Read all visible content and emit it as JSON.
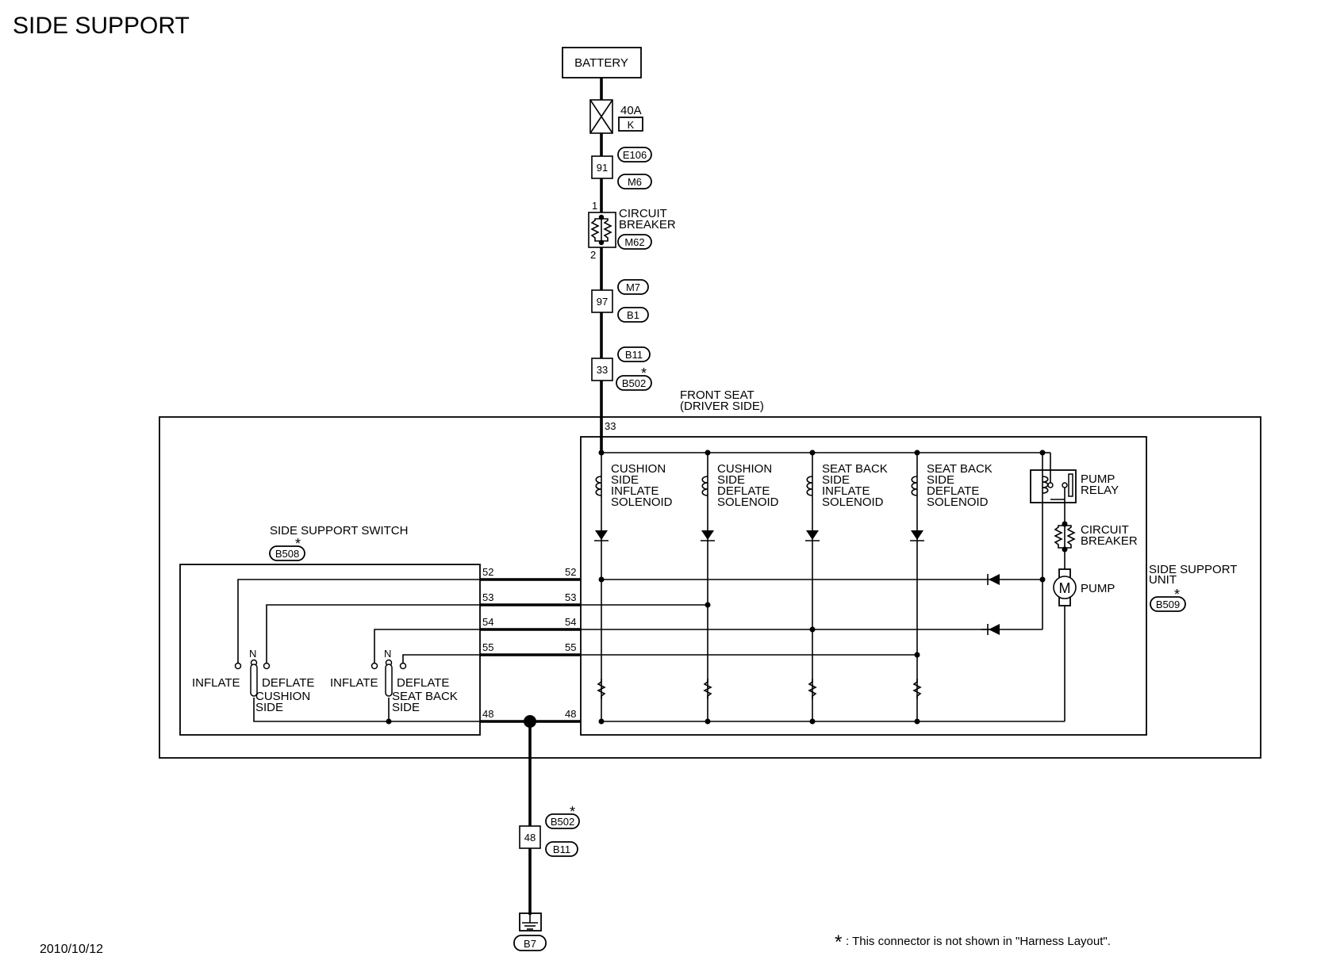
{
  "title": "SIDE SUPPORT",
  "date": "2010/10/12",
  "footnote": {
    "star": "*",
    "text": ": This connector is not shown in \"Harness Layout\"."
  },
  "components": {
    "battery": "BATTERY",
    "fuse_rating": "40A",
    "fuse_id": "K",
    "circuit_breaker_main": [
      "CIRCUIT",
      "BREAKER"
    ],
    "front_seat": [
      "FRONT SEAT",
      "(DRIVER SIDE)"
    ],
    "side_support_switch": "SIDE SUPPORT SWITCH",
    "side_support_unit": [
      "SIDE SUPPORT",
      "UNIT"
    ],
    "solenoids": [
      [
        "CUSHION",
        "SIDE",
        "INFLATE",
        "SOLENOID"
      ],
      [
        "CUSHION",
        "SIDE",
        "DEFLATE",
        "SOLENOID"
      ],
      [
        "SEAT BACK",
        "SIDE",
        "INFLATE",
        "SOLENOID"
      ],
      [
        "SEAT BACK",
        "SIDE",
        "DEFLATE",
        "SOLENOID"
      ]
    ],
    "pump_relay": [
      "PUMP",
      "RELAY"
    ],
    "circuit_breaker_unit": [
      "CIRCUIT",
      "BREAKER"
    ],
    "pump": "PUMP",
    "motor_symbol": "M",
    "switch_cushion": {
      "inflate": "INFLATE",
      "deflate": "DEFLATE",
      "neutral": "N",
      "side": [
        "CUSHION",
        "SIDE"
      ]
    },
    "switch_seatback": {
      "inflate": "INFLATE",
      "deflate": "DEFLATE",
      "neutral": "N",
      "side": [
        "SEAT BACK",
        "SIDE"
      ]
    }
  },
  "connectors": {
    "e106": "E106",
    "m6": "M6",
    "m62": "M62",
    "m7": "M7",
    "b1": "B1",
    "b11_top": "B11",
    "b502_top": "B502",
    "b508": "B508",
    "b509": "B509",
    "b502_bottom": "B502",
    "b11_bottom": "B11",
    "b7": "B7",
    "star": "*"
  },
  "pins": {
    "p91": "91",
    "p97": "97",
    "p33_box": "33",
    "p33": "33",
    "cb_1": "1",
    "cb_2": "2",
    "p52": "52",
    "p53": "53",
    "p54": "54",
    "p55": "55",
    "p48": "48",
    "p48_box": "48"
  }
}
